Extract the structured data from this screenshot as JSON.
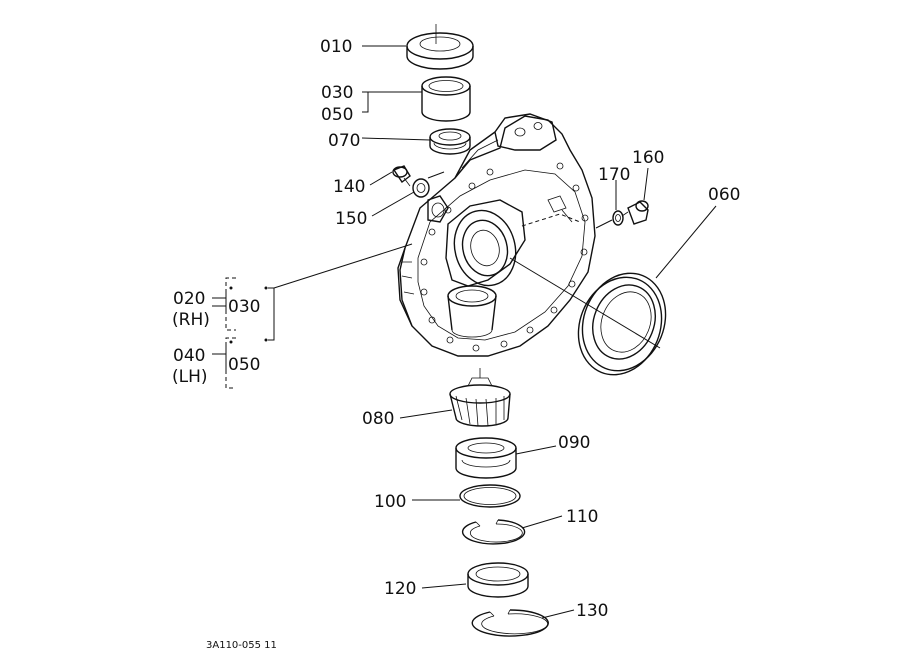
{
  "labels": {
    "p010": "010",
    "p030": "030",
    "p050": "050",
    "p070": "070",
    "p140": "140",
    "p150": "150",
    "p160": "160",
    "p170": "170",
    "p060": "060",
    "p020": "020",
    "rh": "(RH)",
    "p030b": "030",
    "p040": "040",
    "lh": "(LH)",
    "p050b": "050",
    "p080": "080",
    "p090": "090",
    "p100": "100",
    "p110": "110",
    "p120": "120",
    "p130": "130"
  },
  "drawing_code": "3A110-055  11"
}
